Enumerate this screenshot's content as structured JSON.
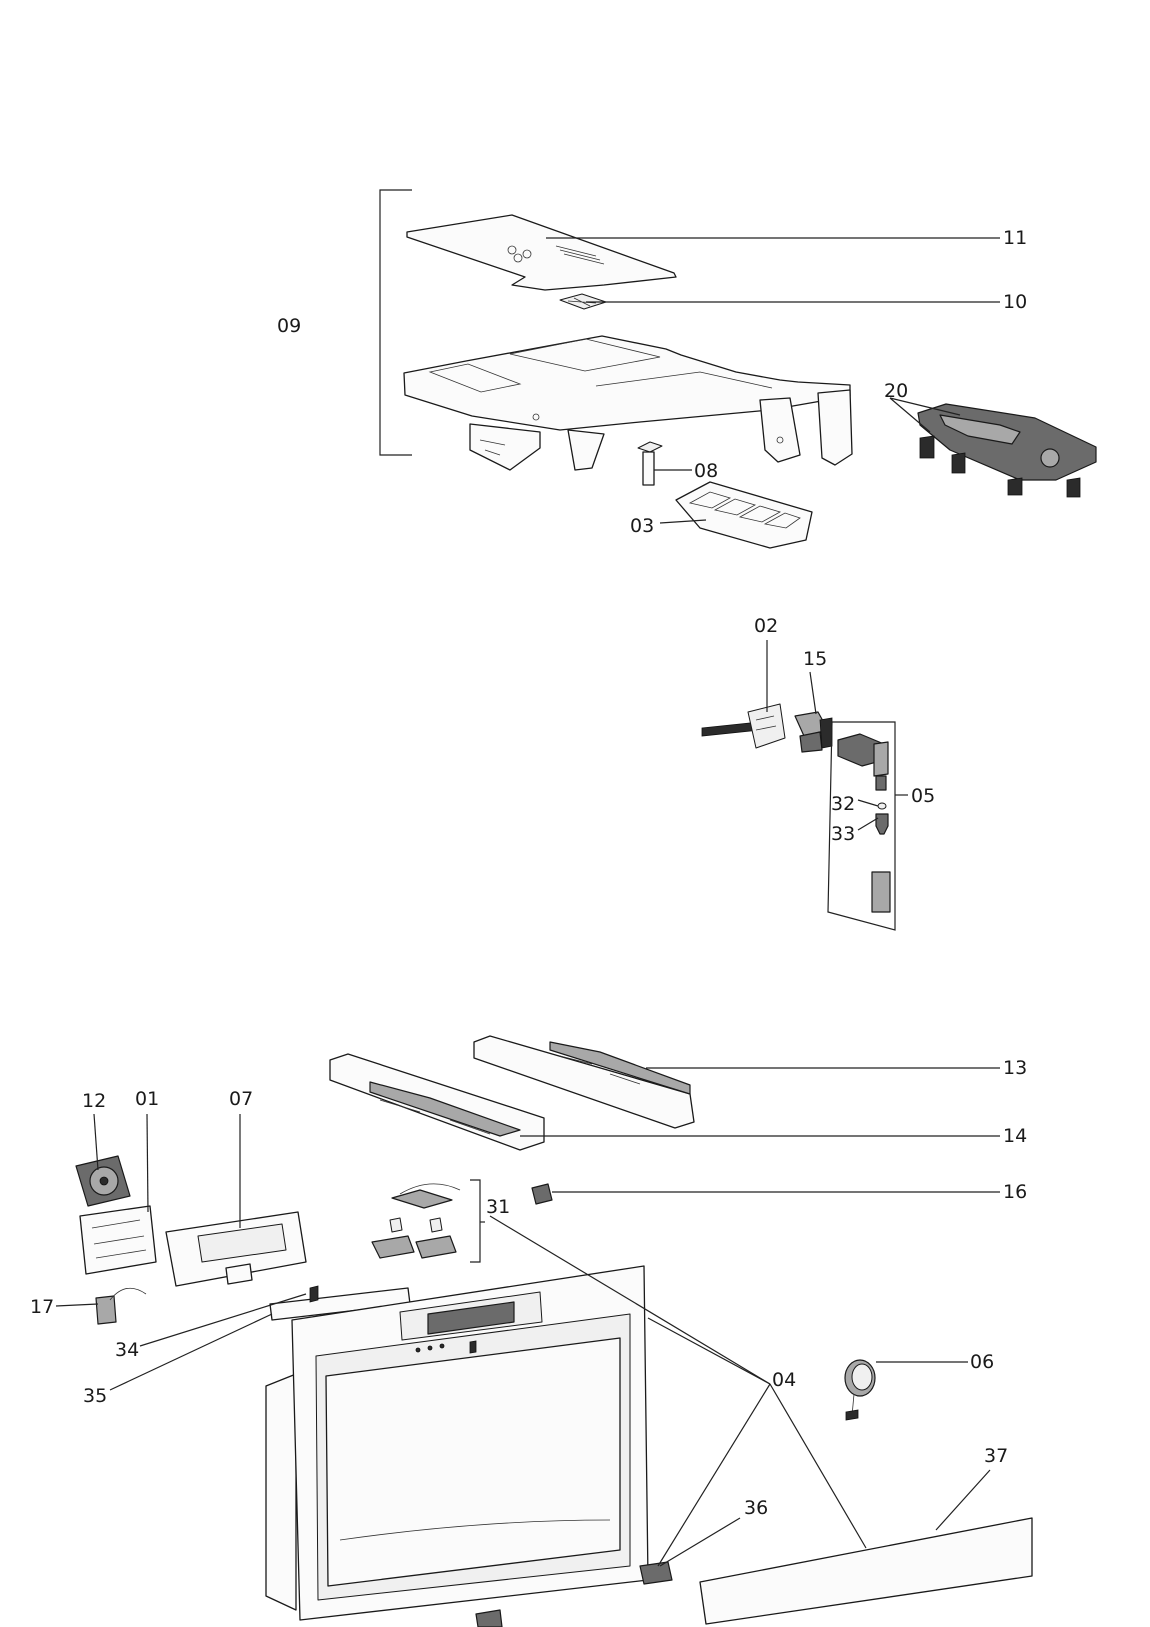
{
  "labels": {
    "p01": "01",
    "p02": "02",
    "p03": "03",
    "p04": "04",
    "p05": "05",
    "p06": "06",
    "p07": "07",
    "p08": "08",
    "p09": "09",
    "p10": "10",
    "p11": "11",
    "p12": "12",
    "p13": "13",
    "p14": "14",
    "p15": "15",
    "p16": "16",
    "p17": "17",
    "p20": "20",
    "p31": "31",
    "p32": "32",
    "p33": "33",
    "p34": "34",
    "p35": "35",
    "p36": "36",
    "p37": "37"
  },
  "colors": {
    "line": "#222222",
    "part_fill": "#fbfbfb",
    "dark_part": "#6b6b6b",
    "background": "#ffffff"
  }
}
